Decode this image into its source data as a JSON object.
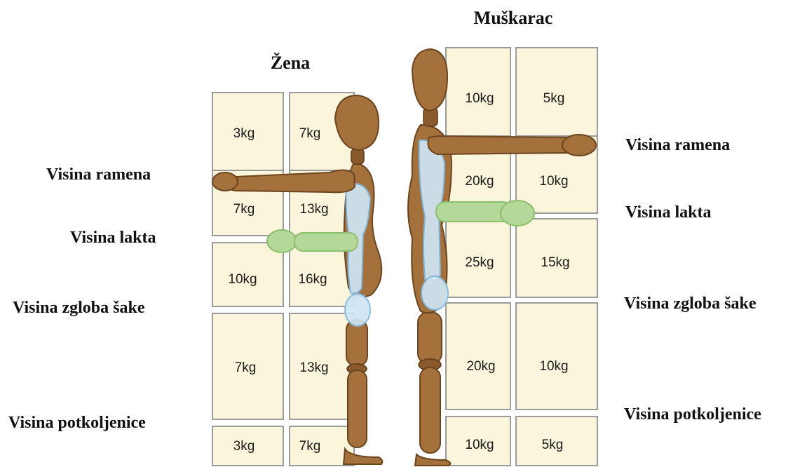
{
  "titles": {
    "woman": "Žena",
    "man": "Muškarac"
  },
  "woman_labels": {
    "shoulder": "Visina ramena",
    "elbow": "Visina lakta",
    "wrist": "Visina zgloba šake",
    "knuckle": "Visina potkoljenice"
  },
  "man_labels": {
    "shoulder": "Visina ramena",
    "elbow": "Visina lakta",
    "wrist": "Visina zgloba šake",
    "knuckle": "Visina potkoljenice"
  },
  "woman_grid": {
    "rows": [
      [
        "3kg",
        "7kg"
      ],
      [
        "7kg",
        "13kg"
      ],
      [
        "10kg",
        "16kg"
      ],
      [
        "7kg",
        "13kg"
      ],
      [
        "3kg",
        "7kg"
      ]
    ]
  },
  "man_grid": {
    "rows": [
      [
        "10kg",
        "5kg"
      ],
      [
        "20kg",
        "10kg"
      ],
      [
        "25kg",
        "15kg"
      ],
      [
        "20kg",
        "10kg"
      ],
      [
        "10kg",
        "5kg"
      ]
    ]
  },
  "colors": {
    "box_fill": "#fbf5dc",
    "box_stroke": "#9b9b9b",
    "figure_wood": "#a4703c",
    "highlight_blue": "#cfe6f5",
    "highlight_green": "#b4d89a"
  }
}
